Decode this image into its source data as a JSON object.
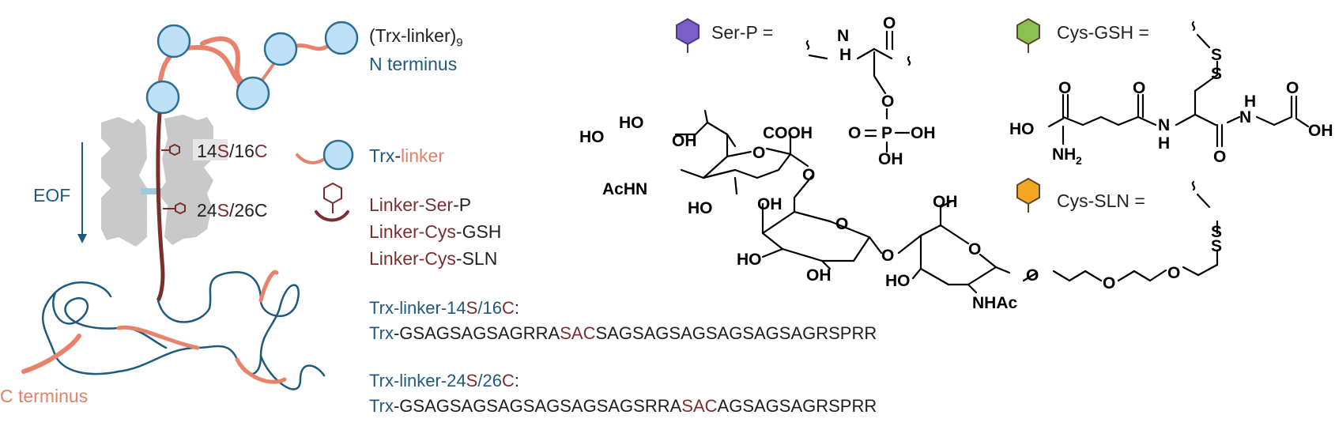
{
  "left_panel": {
    "trx_linker_9": "(Trx-linker)",
    "trx_linker_9_sub": "9",
    "n_terminus": "N terminus",
    "c_terminus": "C terminus",
    "eof": "EOF",
    "site1_a": "14",
    "site1_b": "S",
    "site1_c": "/16",
    "site1_d": "C",
    "site2_a": "24",
    "site2_b": "S",
    "site2_c": "/26C"
  },
  "legend": {
    "trx": "Trx",
    "dash": "-",
    "linker": "linker",
    "linker_ser_p_a": "Linker-Ser",
    "linker_ser_p_b": "-P",
    "linker_cys_gsh_a": "Linker-Cys",
    "linker_cys_gsh_b": "-GSH",
    "linker_cys_sln_a": "Linker-Cys",
    "linker_cys_sln_b": "-SLN"
  },
  "sequences": {
    "seq1_title_a": "Trx-linker-14",
    "seq1_title_b": "S",
    "seq1_title_c": "/16",
    "seq1_title_d": "C",
    "seq1_title_e": ":",
    "seq1_a": "Trx",
    "seq1_b": "-GSAGSAGSAGRRA",
    "seq1_c": "SAC",
    "seq1_d": "SAGSAGSAGSAGSAGSAGRSPRR",
    "seq2_title_a": "Trx-linker-24",
    "seq2_title_b": "S",
    "seq2_title_c": "/26",
    "seq2_title_d": "C",
    "seq2_title_e": ":",
    "seq2_a": "Trx",
    "seq2_b": "-GSAGSAGSAGSAGSAGSAGSRRA",
    "seq2_c": "SAC",
    "seq2_d": "AGSAGSAGRSPRR"
  },
  "chem_labels": {
    "ser_p": "Ser-P =",
    "cys_gsh": "Cys-GSH =",
    "cys_sln": "Cys-SLN =",
    "N": "N",
    "H": "H",
    "O": "O",
    "P": "P",
    "S": "S",
    "OH": "OH",
    "HO": "HO",
    "COOH": "COOH",
    "AcHN": "AcHN",
    "NHAc": "NHAc",
    "NH2": "NH",
    "sub2": "2"
  },
  "colors": {
    "trx_bead": "#bfe1f7",
    "trx_bead_stroke": "#2a6f95",
    "linker": "#e8826a",
    "navy": "#1e5a7e",
    "brown": "#7a2f2f",
    "ser_p_hex": "#7b5fc6",
    "cys_gsh_hex": "#8cc152",
    "cys_sln_hex": "#f5a623",
    "pore": "#c9c9c9"
  }
}
